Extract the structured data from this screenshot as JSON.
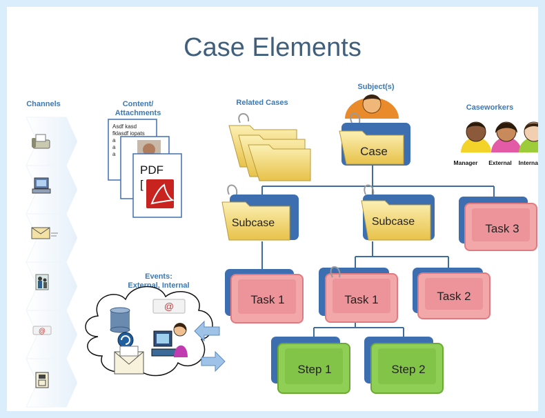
{
  "title": "Case Elements",
  "headers": {
    "channels": "Channels",
    "content_l1": "Content/",
    "content_l2": "Attachments",
    "related_cases": "Related Cases",
    "subjects": "Subject(s)",
    "caseworkers": "Caseworkers",
    "events_l1": "Events:",
    "events_l2": "External, Internal"
  },
  "channels": [
    "fax-icon",
    "computer-icon",
    "email-icon",
    "person-icon",
    "email-card-icon",
    "phone-icon"
  ],
  "document": {
    "lines": [
      "Asdf kasd",
      "fklasdf iopats",
      "a",
      "a",
      "a"
    ],
    "pdf_label": "PDF",
    "pdf_sub": "["
  },
  "caseworkers": [
    "Manager",
    "External",
    "Internal"
  ],
  "nodes": {
    "case": "Case",
    "subcase_left": "Subcase",
    "subcase_mid": "Subcase",
    "task3": "Task 3",
    "task1_left": "Task 1",
    "task1_mid": "Task 1",
    "task2": "Task 2",
    "step1": "Step 1",
    "step2": "Step 2"
  },
  "colors": {
    "title": "#3f5f7d",
    "header": "#3a78b8",
    "box_blue": "#3d6fb0",
    "task_pink": "#f2a7a9",
    "step_green": "#8fcf55",
    "folder": "#f7e08a",
    "connector": "#3f6c9e"
  }
}
